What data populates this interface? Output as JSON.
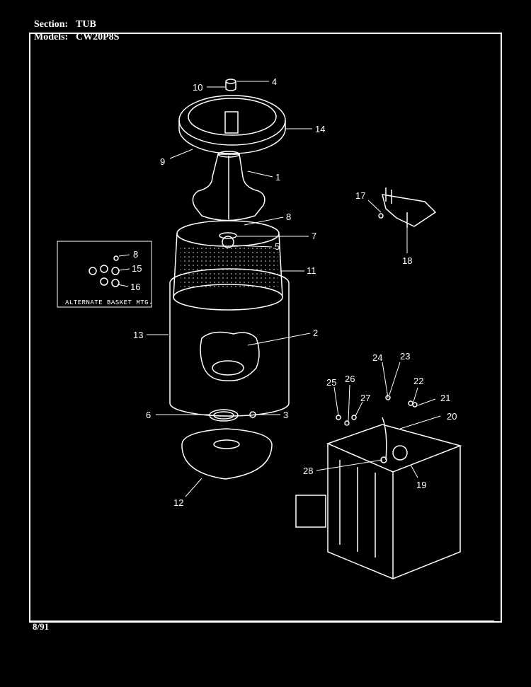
{
  "header": {
    "section_label": "Section:",
    "section_value": "TUB",
    "models_label": "Models:",
    "models_value": "CW20P8S"
  },
  "footer": {
    "date": "8/91"
  },
  "inset": {
    "caption": "ALTERNATE BASKET MTG."
  },
  "callouts": {
    "c1": "1",
    "c2": "2",
    "c3": "3",
    "c4": "4",
    "c5": "5",
    "c6": "6",
    "c7": "7",
    "c8a": "8",
    "c8b": "8",
    "c9": "9",
    "c10": "10",
    "c11": "11",
    "c12": "12",
    "c13": "13",
    "c14": "14",
    "c15": "15",
    "c16": "16",
    "c17": "17",
    "c18": "18",
    "c19": "19",
    "c20": "20",
    "c21": "21",
    "c22": "22",
    "c23": "23",
    "c24": "24",
    "c25": "25",
    "c26": "26",
    "c27": "27",
    "c28": "28"
  }
}
